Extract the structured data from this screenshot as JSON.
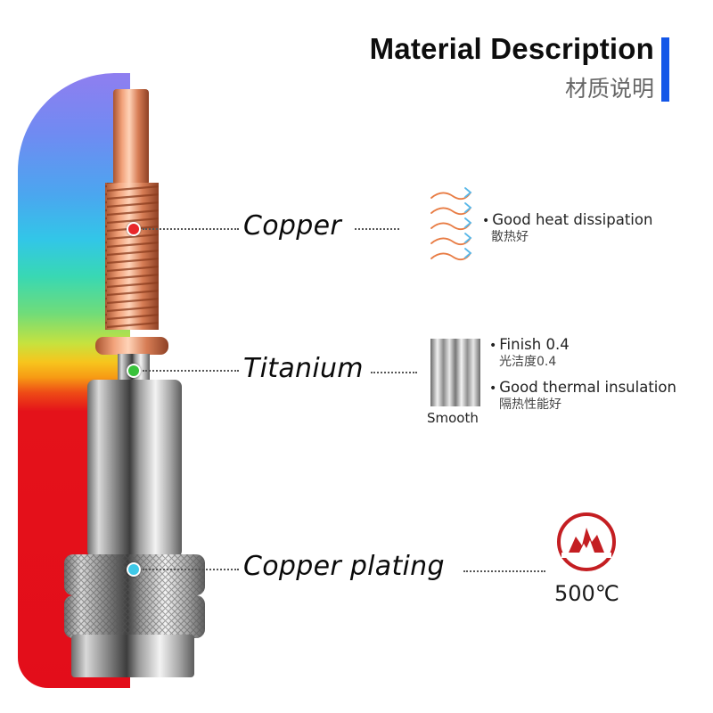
{
  "header": {
    "title": "Material Description",
    "subtitle": "材质说明"
  },
  "colors": {
    "accent_bar": "#1356e8",
    "copper_dot": "#e8262a",
    "titanium_dot": "#39c23b",
    "plating_dot": "#3ec9e8",
    "flame_icon": "#c41e22"
  },
  "materials": [
    {
      "label": "Copper",
      "features": [
        {
          "text": "Good heat dissipation",
          "sub": "散热好"
        }
      ],
      "icon": "heat-waves-icon"
    },
    {
      "label": "Titanium",
      "features": [
        {
          "text": "Finish 0.4",
          "sub": "光洁度0.4"
        },
        {
          "text": "Good thermal insulation",
          "sub": "隔热性能好"
        }
      ],
      "swatch_label": "Smooth"
    },
    {
      "label": "Copper plating",
      "temperature": "500℃",
      "icon": "flame-icon"
    }
  ]
}
